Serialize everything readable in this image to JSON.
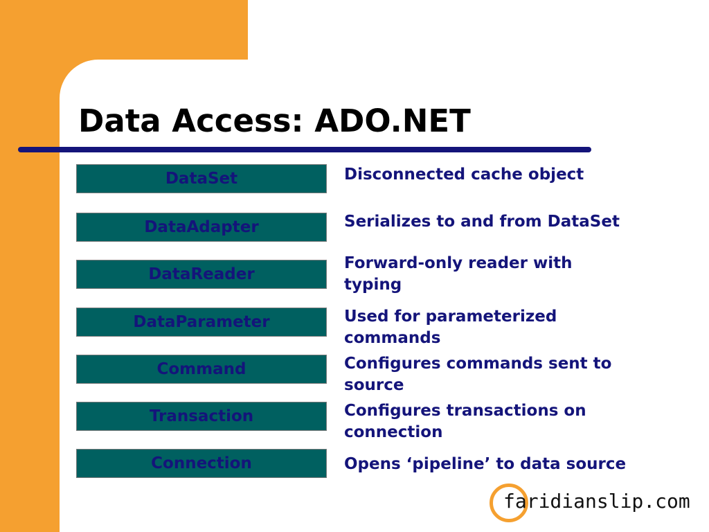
{
  "slide": {
    "title": "Data Access: ADO.NET",
    "rows": [
      {
        "term": "DataSet",
        "description": "Disconnected cache object"
      },
      {
        "term": "DataAdapter",
        "description": "Serializes to and from DataSet"
      },
      {
        "term": "DataReader",
        "description": "Forward-only reader with typing"
      },
      {
        "term": "DataParameter",
        "description": "Used for parameterized commands"
      },
      {
        "term": "Command",
        "description": "Configures commands sent to source"
      },
      {
        "term": "Transaction",
        "description": "Configures transactions on connection"
      },
      {
        "term": "Connection",
        "description": "Opens ‘pipeline’ to data source"
      }
    ]
  },
  "logo": {
    "text": "faridianslip.com"
  },
  "colors": {
    "accent_orange": "#F5A030",
    "box_fill": "#006060",
    "text_navy": "#14147A"
  }
}
